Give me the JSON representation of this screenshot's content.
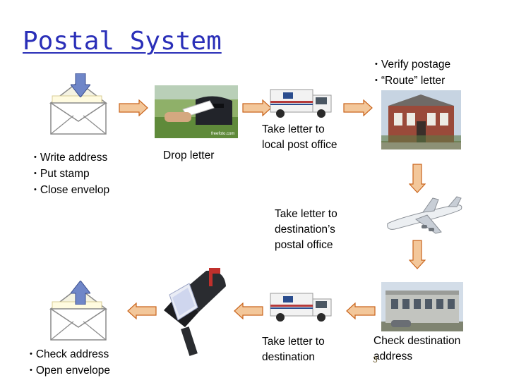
{
  "title": "Postal System ",
  "steps": {
    "sender_bullets": [
      "Write address",
      "Put stamp",
      "Close envelop"
    ],
    "drop": "Drop letter",
    "local_label": [
      "Take letter to",
      "local post office"
    ],
    "post_office_bullets": [
      "Verify postage",
      "“Route” letter"
    ],
    "plane_label": [
      "Take letter to",
      "destination’s",
      "postal office"
    ],
    "dest_office_label": [
      "Check destination",
      "address"
    ],
    "truck_dest_label": [
      "Take letter to",
      "destination"
    ],
    "receiver_bullets": [
      "Check address",
      "Open envelope"
    ]
  },
  "watermark": "freefoto.com",
  "page_number": "3",
  "colors": {
    "title": "#2a2fb8",
    "arrow_fill": "#f3c79a",
    "arrow_stroke": "#c9641c",
    "blue_arrow": "#6f86c8"
  }
}
